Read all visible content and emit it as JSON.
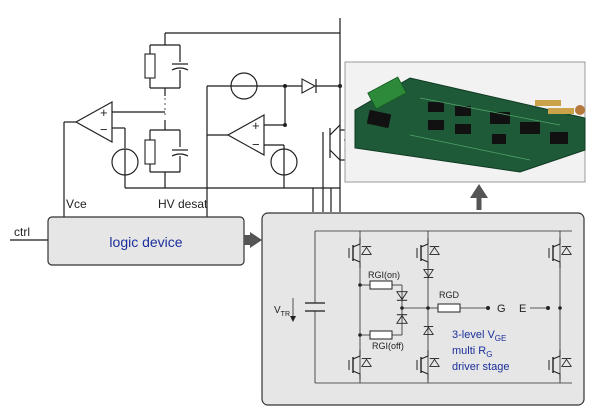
{
  "labels": {
    "ctrl": "ctrl",
    "vce": "Vce",
    "hv_desat": "HV desat",
    "logic_device": "logic device",
    "plus": "+",
    "minus": "−",
    "v_main": "V",
    "v_sub": "TR",
    "rgi_on": "RGI(on)",
    "rgi_off": "RGI(off)",
    "rgd": "RGD",
    "g": "G",
    "e": "E",
    "stage_line1_main": "3-level V",
    "stage_line1_sub": "GE",
    "stage_line2_main": "multi R",
    "stage_line2_sub": "G",
    "stage_line3": "driver stage"
  },
  "photo": {
    "subject": "gate driver circuit board photograph"
  },
  "icons": [
    "igbt-transistor-icon",
    "diode-icon",
    "capacitor-icon",
    "resistor-icon",
    "voltage-source-icon",
    "comparator-icon",
    "arrow-up-icon",
    "arrow-right-icon"
  ],
  "colors": {
    "box_fill": "#e6e6e6",
    "label_blue": "#1a2f9c",
    "board_green": "#1f5a38",
    "arrow_gray": "#555555"
  }
}
